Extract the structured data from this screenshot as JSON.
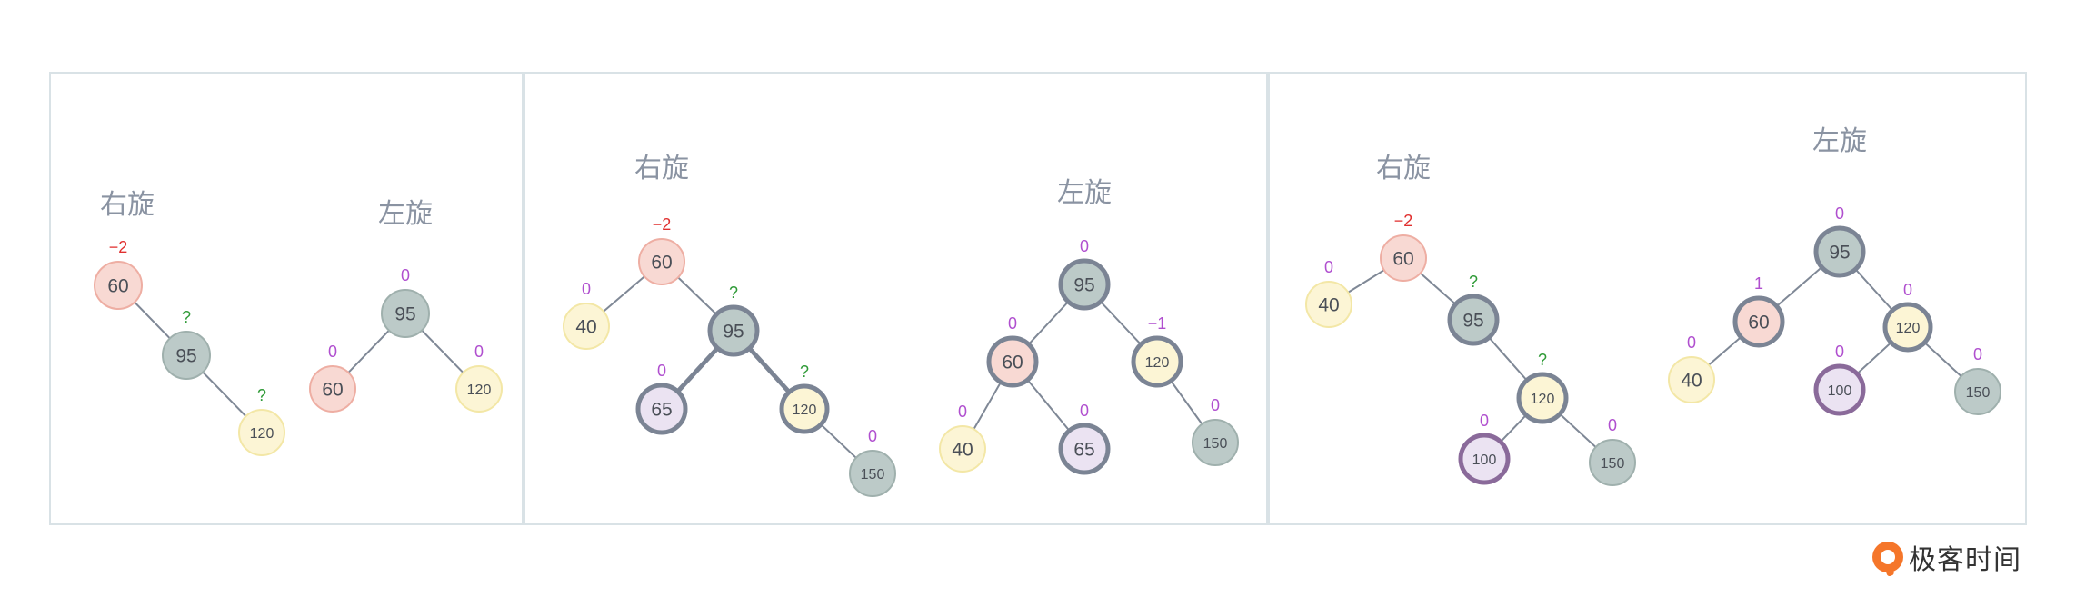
{
  "colors": {
    "frame_border": "#d9e2e6",
    "edge": "#7f8896",
    "edge_bold": "#7b8494",
    "label": "#8a93a2",
    "balance_purple": "#b04fcf",
    "balance_red": "#e0302f",
    "balance_green": "#2f9a37",
    "node_pink_fill": "#f8d9d3",
    "node_pink_stroke": "#eeaea3",
    "node_gray_fill": "#bccac8",
    "node_gray_stroke": "#9fb0ad",
    "node_yellow_fill": "#fcf5d5",
    "node_yellow_stroke": "#f3e7a6",
    "node_lavender_fill": "#ebe3f2",
    "highlight_stroke": "#7b8494",
    "highlight_purple_stroke": "#8a6a9a"
  },
  "panels": [
    {
      "id": "p1",
      "labels": [
        {
          "id": "rotate-right",
          "text": "右旋"
        },
        {
          "id": "rotate-left",
          "text": "左旋"
        }
      ],
      "nodes": [
        {
          "id": "n60",
          "value": "60",
          "balance": "−2",
          "balance_color": "red",
          "style": "pink"
        },
        {
          "id": "n95",
          "value": "95",
          "balance": "?",
          "balance_color": "green",
          "style": "gray"
        },
        {
          "id": "n120",
          "value": "120",
          "balance": "?",
          "balance_color": "green",
          "style": "yellow"
        },
        {
          "id": "r95",
          "value": "95",
          "balance": "0",
          "balance_color": "purple",
          "style": "gray"
        },
        {
          "id": "r60",
          "value": "60",
          "balance": "0",
          "balance_color": "purple",
          "style": "pink"
        },
        {
          "id": "r120",
          "value": "120",
          "balance": "0",
          "balance_color": "purple",
          "style": "yellow"
        }
      ],
      "edges": [
        [
          "n60",
          "n95"
        ],
        [
          "n95",
          "n120"
        ],
        [
          "r95",
          "r60"
        ],
        [
          "r95",
          "r120"
        ]
      ]
    },
    {
      "id": "p2",
      "labels": [
        {
          "id": "rotate-right",
          "text": "右旋"
        },
        {
          "id": "rotate-left",
          "text": "左旋"
        }
      ],
      "nodes": [
        {
          "id": "a60",
          "value": "60",
          "balance": "−2",
          "balance_color": "red",
          "style": "pink"
        },
        {
          "id": "a40",
          "value": "40",
          "balance": "0",
          "balance_color": "purple",
          "style": "yellow"
        },
        {
          "id": "a95",
          "value": "95",
          "balance": "?",
          "balance_color": "green",
          "style": "gray-bold"
        },
        {
          "id": "a65",
          "value": "65",
          "balance": "0",
          "balance_color": "purple",
          "style": "lavender-bold"
        },
        {
          "id": "a120",
          "value": "120",
          "balance": "?",
          "balance_color": "green",
          "style": "yellow-bold"
        },
        {
          "id": "a150",
          "value": "150",
          "balance": "0",
          "balance_color": "purple",
          "style": "gray"
        },
        {
          "id": "b95",
          "value": "95",
          "balance": "0",
          "balance_color": "purple",
          "style": "gray-bold"
        },
        {
          "id": "b60",
          "value": "60",
          "balance": "0",
          "balance_color": "purple",
          "style": "pink-bold"
        },
        {
          "id": "b120",
          "value": "120",
          "balance": "−1",
          "balance_color": "purple",
          "style": "yellow-bold"
        },
        {
          "id": "b40",
          "value": "40",
          "balance": "0",
          "balance_color": "purple",
          "style": "yellow"
        },
        {
          "id": "b65",
          "value": "65",
          "balance": "0",
          "balance_color": "purple",
          "style": "lavender-bold"
        },
        {
          "id": "b150",
          "value": "150",
          "balance": "0",
          "balance_color": "purple",
          "style": "gray"
        }
      ],
      "edges": [
        [
          "a60",
          "a40"
        ],
        [
          "a60",
          "a95"
        ],
        [
          "a95",
          "a65",
          "bold"
        ],
        [
          "a95",
          "a120",
          "bold"
        ],
        [
          "a120",
          "a150"
        ],
        [
          "b95",
          "b60"
        ],
        [
          "b95",
          "b120"
        ],
        [
          "b60",
          "b40"
        ],
        [
          "b60",
          "b65"
        ],
        [
          "b120",
          "b150"
        ]
      ]
    },
    {
      "id": "p3",
      "labels": [
        {
          "id": "rotate-right",
          "text": "右旋"
        },
        {
          "id": "rotate-left",
          "text": "左旋"
        }
      ],
      "nodes": [
        {
          "id": "c60",
          "value": "60",
          "balance": "−2",
          "balance_color": "red",
          "style": "pink"
        },
        {
          "id": "c40",
          "value": "40",
          "balance": "0",
          "balance_color": "purple",
          "style": "yellow"
        },
        {
          "id": "c95",
          "value": "95",
          "balance": "?",
          "balance_color": "green",
          "style": "gray-bold"
        },
        {
          "id": "c120",
          "value": "120",
          "balance": "?",
          "balance_color": "green",
          "style": "yellow-bold"
        },
        {
          "id": "c100",
          "value": "100",
          "balance": "0",
          "balance_color": "purple",
          "style": "lavender-purple"
        },
        {
          "id": "c150",
          "value": "150",
          "balance": "0",
          "balance_color": "purple",
          "style": "gray"
        },
        {
          "id": "d95",
          "value": "95",
          "balance": "0",
          "balance_color": "purple",
          "style": "gray-bold"
        },
        {
          "id": "d60",
          "value": "60",
          "balance": "1",
          "balance_color": "purple",
          "style": "pink-bold"
        },
        {
          "id": "d120",
          "value": "120",
          "balance": "0",
          "balance_color": "purple",
          "style": "yellow-bold"
        },
        {
          "id": "d40",
          "value": "40",
          "balance": "0",
          "balance_color": "purple",
          "style": "yellow"
        },
        {
          "id": "d100",
          "value": "100",
          "balance": "0",
          "balance_color": "purple",
          "style": "lavender-purple"
        },
        {
          "id": "d150",
          "value": "150",
          "balance": "0",
          "balance_color": "purple",
          "style": "gray"
        }
      ],
      "edges": [
        [
          "c60",
          "c40"
        ],
        [
          "c60",
          "c95"
        ],
        [
          "c95",
          "c120"
        ],
        [
          "c120",
          "c100"
        ],
        [
          "c120",
          "c150"
        ],
        [
          "d95",
          "d60"
        ],
        [
          "d95",
          "d120"
        ],
        [
          "d60",
          "d40"
        ],
        [
          "d120",
          "d100"
        ],
        [
          "d120",
          "d150"
        ]
      ]
    }
  ],
  "brand": {
    "name": "极客时间"
  }
}
